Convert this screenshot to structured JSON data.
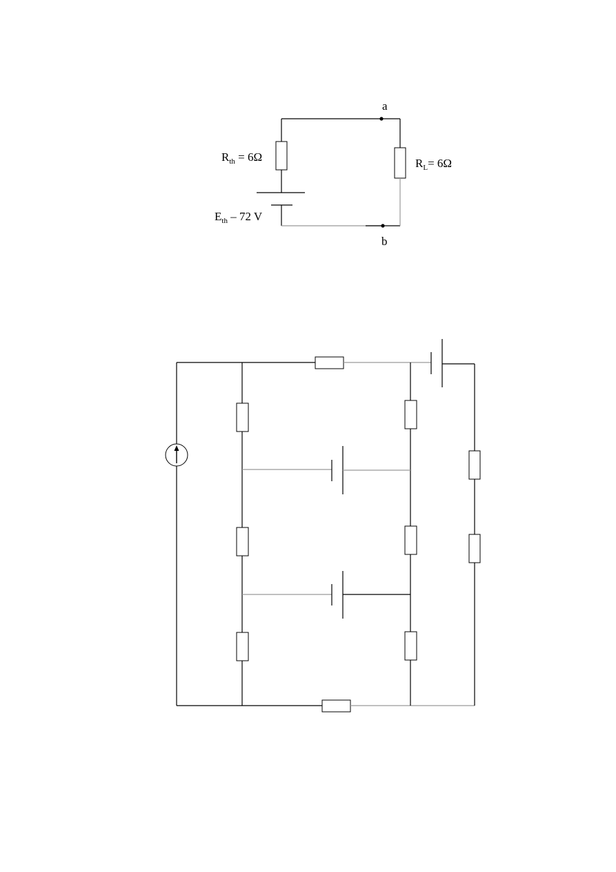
{
  "thevenin": {
    "node_a": "a",
    "node_b": "b",
    "rth": {
      "sym": "R",
      "sub": "th",
      "val": " = 6Ω"
    },
    "eth": {
      "sym": "E",
      "sub": "th",
      "val": " – 72 V"
    },
    "rl": {
      "sym": "R",
      "sub": "L",
      "val": "= 6Ω"
    }
  },
  "network": {
    "current_source_icon": "upward-arrow-in-circle"
  }
}
